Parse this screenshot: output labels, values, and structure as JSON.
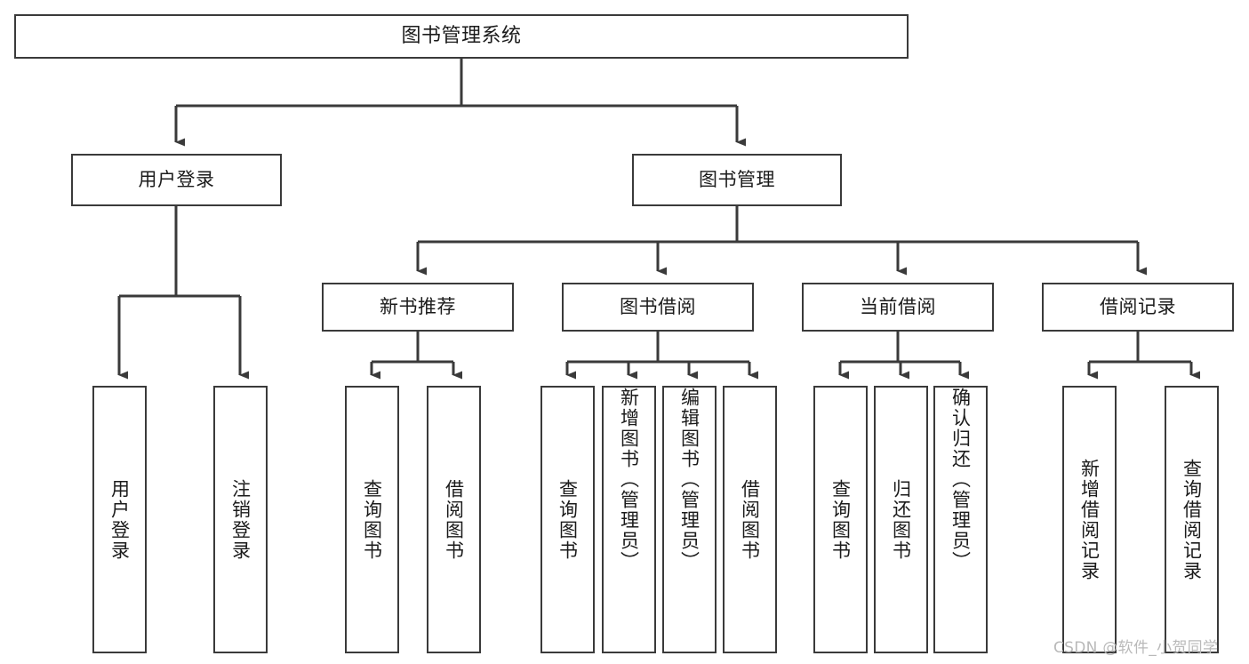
{
  "diagram": {
    "title": "图书管理系统",
    "type": "tree-hierarchy-chart",
    "colors": {
      "box_border": "#3a3a3a",
      "box_fill": "#ffffff",
      "edge": "#3a3a3a",
      "text": "#1b1b1b",
      "watermark": "#b9b9b9",
      "background": "#ffffff"
    },
    "root": {
      "label": "图书管理系统"
    },
    "level1": [
      {
        "label": "用户登录"
      },
      {
        "label": "图书管理"
      }
    ],
    "level2": [
      {
        "label": "新书推荐"
      },
      {
        "label": "图书借阅"
      },
      {
        "label": "当前借阅"
      },
      {
        "label": "借阅记录"
      }
    ],
    "leaves": {
      "user_login": [
        {
          "label": "用户登录"
        },
        {
          "label": "注销登录"
        }
      ],
      "new_book_recommend": [
        {
          "label": "查询图书"
        },
        {
          "label": "借阅图书"
        }
      ],
      "book_borrow": [
        {
          "label": "查询图书"
        },
        {
          "label": "新增图书（管理员）"
        },
        {
          "label": "编辑图书（管理员）"
        },
        {
          "label": "借阅图书"
        }
      ],
      "current_borrow": [
        {
          "label": "查询图书"
        },
        {
          "label": "归还图书"
        },
        {
          "label": "确认归还（管理员）"
        }
      ],
      "borrow_record": [
        {
          "label": "新增借阅记录"
        },
        {
          "label": "查询借阅记录"
        }
      ]
    },
    "watermark": "CSDN @软件_小贺同学"
  }
}
